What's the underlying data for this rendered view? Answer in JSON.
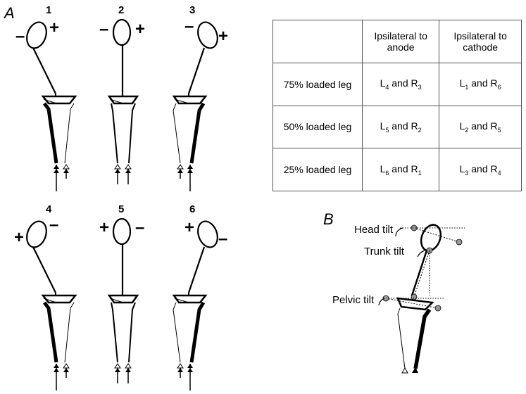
{
  "panel_a": {
    "letter": "A",
    "figures": [
      {
        "number": "1",
        "left_sign": "–",
        "right_sign": "+"
      },
      {
        "number": "2",
        "left_sign": "–",
        "right_sign": "+"
      },
      {
        "number": "3",
        "left_sign": "–",
        "right_sign": "+"
      },
      {
        "number": "4",
        "left_sign": "+",
        "right_sign": "–"
      },
      {
        "number": "5",
        "left_sign": "+",
        "right_sign": "–"
      },
      {
        "number": "6",
        "left_sign": "+",
        "right_sign": "–"
      }
    ]
  },
  "table": {
    "headers": [
      "",
      "Ipsilateral to anode",
      "Ipsilateral to cathode"
    ],
    "rows": [
      {
        "label": "75% loaded leg",
        "anode": {
          "l": "4",
          "r": "3"
        },
        "cathode": {
          "l": "1",
          "r": "6"
        }
      },
      {
        "label": "50% loaded leg",
        "anode": {
          "l": "5",
          "r": "2"
        },
        "cathode": {
          "l": "2",
          "r": "5"
        }
      },
      {
        "label": "25% loaded leg",
        "anode": {
          "l": "6",
          "r": "1"
        },
        "cathode": {
          "l": "3",
          "r": "4"
        }
      }
    ],
    "joiner": "and",
    "left_prefix": "L",
    "right_prefix": "R"
  },
  "panel_b": {
    "letter": "B",
    "labels": {
      "head": "Head tilt",
      "trunk": "Trunk tilt",
      "pelvic": "Pelvic tilt"
    }
  }
}
